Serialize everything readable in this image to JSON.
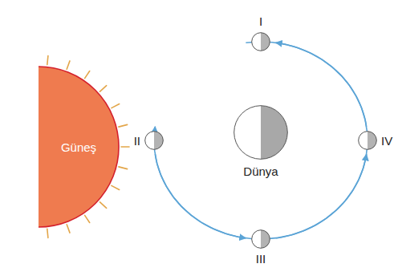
{
  "diagram": {
    "nodes": [
      {
        "text": [
          "Güneş"
        ]
      },
      {
        "text": [
          "I"
        ]
      },
      {
        "text": [
          "II"
        ]
      },
      {
        "text": [
          "Dünya"
        ]
      },
      {
        "text": [
          "IV"
        ]
      },
      {
        "text": [
          "III"
        ]
      }
    ],
    "edges": [
      {
        "from": 1,
        "to": 2,
        "arrow": "to"
      },
      {
        "from": 2,
        "to": 5,
        "arrow": "to"
      },
      {
        "from": 5,
        "to": 4,
        "arrow": "to"
      },
      {
        "from": 4,
        "to": 1,
        "arrow": "to"
      }
    ]
  }
}
